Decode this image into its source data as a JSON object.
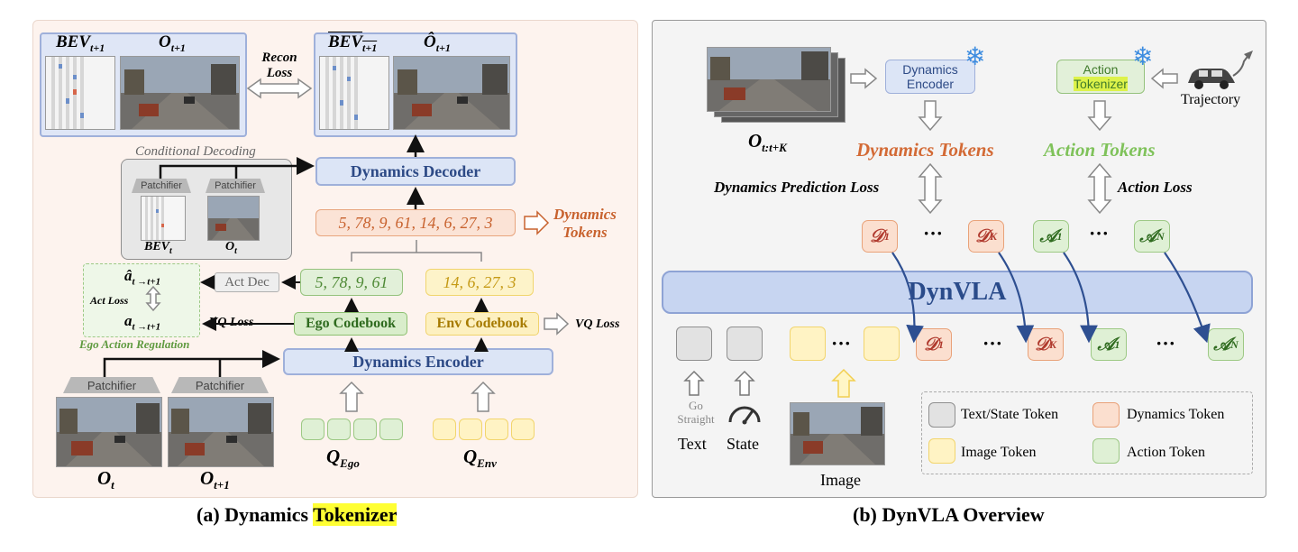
{
  "panel_a": {
    "bev_next": "BEV",
    "bev_next_sub": "t+1",
    "o_next": "O",
    "o_next_sub": "t+1",
    "recon_loss": "Recon\nLoss",
    "bev_hat": "BEV",
    "bev_hat_sub": "t+1",
    "o_hat": "Ô",
    "o_hat_sub": "t+1",
    "conditional_decoding": "Conditional Decoding",
    "patchifier": "Patchifier",
    "bev_t": "BEV",
    "bev_t_sub": "t",
    "o_t_small": "O",
    "o_t_small_sub": "t",
    "dynamics_decoder": "Dynamics Decoder",
    "dynamics_token_seq": "5, 78, 9, 61, 14, 6, 27, 3",
    "dynamics_tokens_label": "Dynamics\nTokens",
    "a_hat": "â",
    "a_hat_sub": "t →t+1",
    "act_loss": "Act Loss",
    "a_true": "a",
    "a_true_sub": "t →t+1",
    "ego_action_regulation": "Ego Action Regulation",
    "act_dec": "Act Dec",
    "ego_seq": "5, 78, 9, 61",
    "env_seq": "14, 6, 27, 3",
    "vq_loss_left": "VQ Loss",
    "ego_codebook": "Ego Codebook",
    "env_codebook": "Env Codebook",
    "vq_loss_right": "VQ Loss",
    "dynamics_encoder": "Dynamics Encoder",
    "o_t": "O",
    "o_t_sub": "t",
    "o_t1": "O",
    "o_t1_sub": "t+1",
    "q_ego": "Q",
    "q_ego_sub": "Ego",
    "q_env": "Q",
    "q_env_sub": "Env",
    "caption_prefix": "(a) Dynamics ",
    "caption_highlight": "Tokenizer"
  },
  "panel_b": {
    "o_range": "O",
    "o_range_sub": "t:t+K",
    "dynamics_encoder": "Dynamics\nEncoder",
    "action_tokenizer_1": "Action",
    "action_tokenizer_2": "Tokenizer",
    "trajectory": "Trajectory",
    "dynamics_tokens": "Dynamics Tokens",
    "action_tokens": "Action Tokens",
    "dynamics_prediction_loss": "Dynamics Prediction Loss",
    "action_loss": "Action Loss",
    "d1": "𝒟",
    "d1_sub": "1",
    "dk": "𝒟",
    "dk_sub": "K",
    "a1": "𝒜",
    "a1_sub": "1",
    "an": "𝒜",
    "an_sub": "N",
    "ellipsis": "···",
    "dynvla": "DynVLA",
    "go_straight": "Go\nStraight",
    "text": "Text",
    "state": "State",
    "image": "Image",
    "legend": {
      "text_state": "Text/State Token",
      "dynamics": "Dynamics Token",
      "image": "Image Token",
      "action": "Action Token"
    },
    "caption": "(b) DynVLA Overview"
  },
  "colors": {
    "blue_fill": "#dce5f6",
    "blue_border": "#9fb0da",
    "orange_text": "#c8622e",
    "green_text": "#4f8a36",
    "yellow_text": "#c59a16",
    "highlight": "#ffff33",
    "arrow_blue": "#2e4f91"
  }
}
